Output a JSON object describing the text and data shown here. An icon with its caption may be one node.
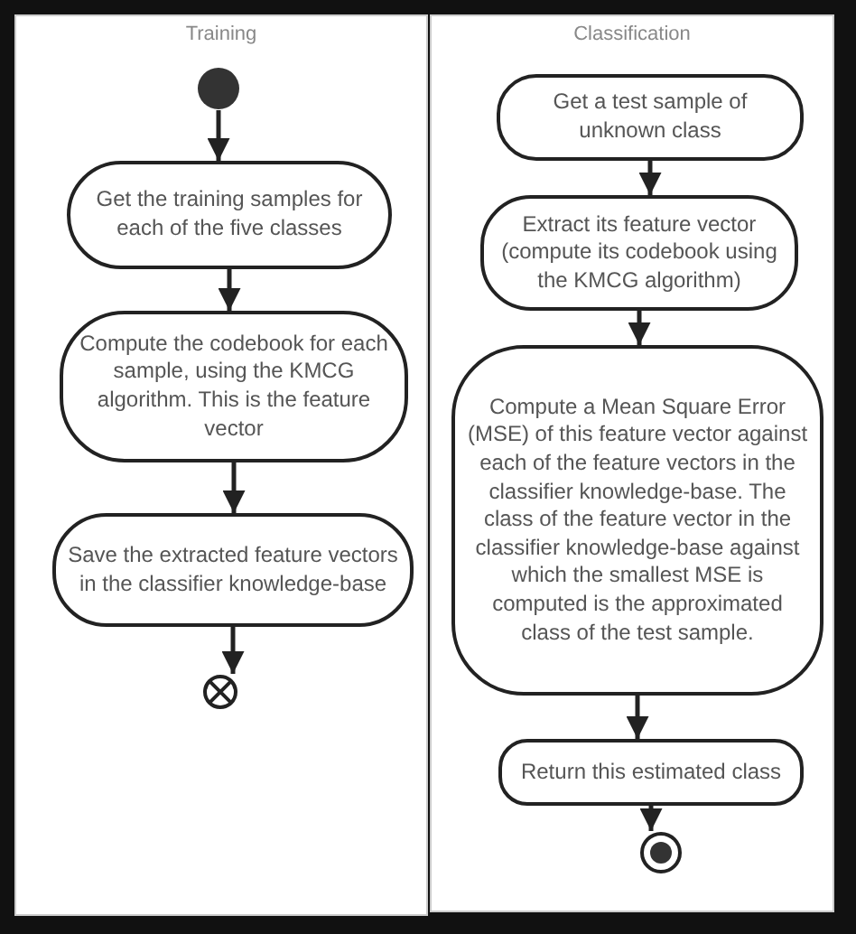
{
  "diagram": {
    "nodes": [
      {
        "text": [
          "Training"
        ]
      },
      {
        "text": [],
        "shape": "circle",
        "in": 0
      },
      {
        "text": [
          "Get the training samples for each of the five classes"
        ],
        "in": 0
      },
      {
        "text": [
          "Compute the codebook for each sample, using the KMCG algorithm. This is the feature vector"
        ],
        "in": 0
      },
      {
        "text": [
          "Save the extracted feature vectors in the classifier knowledge-base"
        ],
        "in": 0
      },
      {
        "text": [],
        "shape": "cross",
        "in": 0
      },
      {
        "text": [
          "Classification"
        ]
      },
      {
        "text": [
          "Get a test sample of unknown class"
        ],
        "in": 6
      },
      {
        "text": [
          "Extract its feature vector (compute its codebook using the KMCG algorithm)"
        ],
        "in": 6
      },
      {
        "text": [
          "Compute a Mean Square Error (MSE) of this feature vector against each of the feature vectors in the classifier knowledge-base. The class of the feature vector in the classifier knowledge-base against which the smallest MSE is computed is the approximated class of the test sample."
        ],
        "in": 6
      },
      {
        "text": [
          "Return this estimated class"
        ],
        "in": 6
      },
      {
        "text": [],
        "shape": "bullseye",
        "in": 6
      }
    ],
    "edges": [
      {
        "from": 1,
        "to": 2,
        "arrow": "to"
      },
      {
        "from": 2,
        "to": 3,
        "arrow": "to"
      },
      {
        "from": 3,
        "to": 4,
        "arrow": "to"
      },
      {
        "from": 4,
        "to": 5,
        "arrow": "to"
      },
      {
        "from": 7,
        "to": 8,
        "arrow": "to"
      },
      {
        "from": 8,
        "to": 9,
        "arrow": "to"
      },
      {
        "from": 9,
        "to": 10,
        "arrow": "to"
      },
      {
        "from": 10,
        "to": 11,
        "arrow": "to"
      }
    ]
  }
}
